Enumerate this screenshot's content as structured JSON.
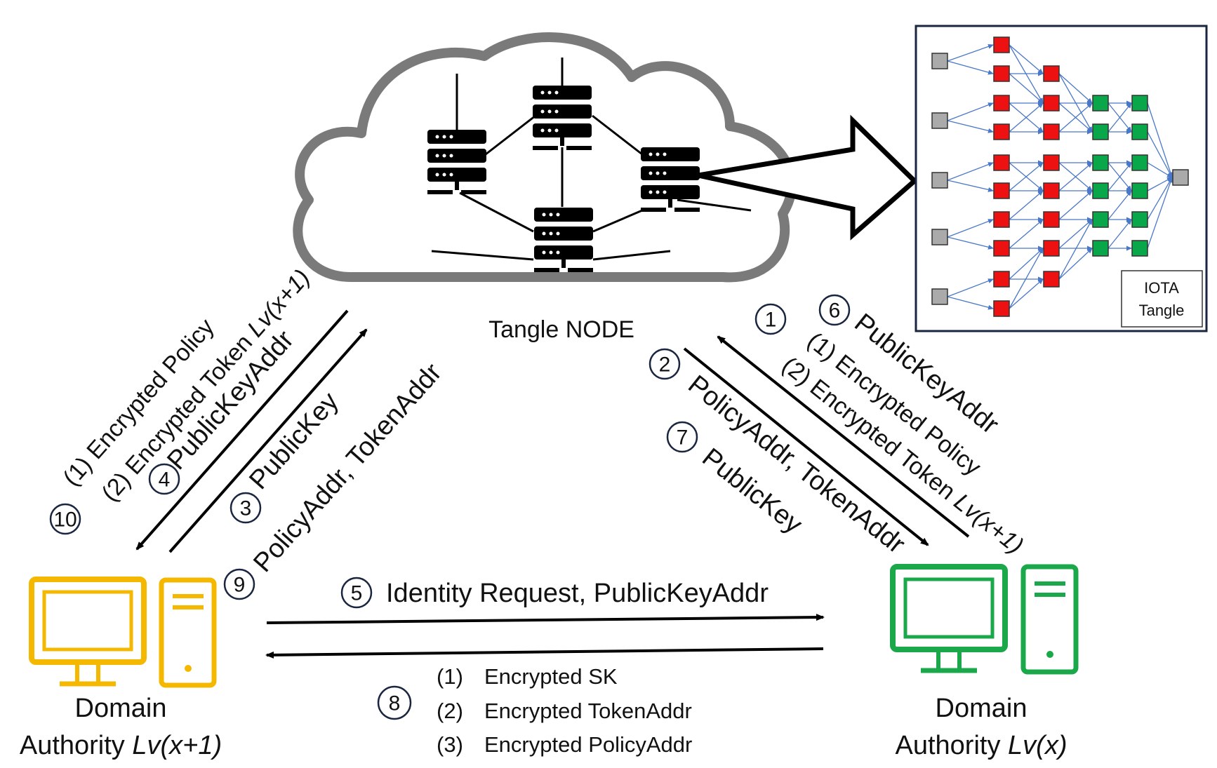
{
  "cloud_label": "Tangle NODE",
  "tangle_label_line1": "IOTA",
  "tangle_label_line2": "Tangle",
  "left_authority": {
    "line1": "Domain",
    "line2_prefix": "Authority ",
    "line2_italic": "Lv(x+1)",
    "color": "#f5b800"
  },
  "right_authority": {
    "line1": "Domain",
    "line2_prefix": "Authority ",
    "line2_italic": "Lv(x)",
    "color": "#1aa84a"
  },
  "left_arrow_labels": {
    "l1": "(1) Encrypted Policy",
    "l2_prefix": "(2) Encrypted Token ",
    "l2_italic": "Lv(x+1)",
    "l3": "PublicKeyAddr",
    "l4": "PublicKey",
    "l5": "PolicyAddr, TokenAddr"
  },
  "right_arrow_labels": {
    "r1": "PublicKeyAddr",
    "r2": "(1) Encrypted Policy",
    "r3_prefix": "(2) Encrypted Token ",
    "r3_italic": "Lv(x+1)",
    "r4": "PolicyAddr, TokenAddr",
    "r5": "PublicKey"
  },
  "bottom": {
    "request": "Identity Request, PublicKeyAddr",
    "resp1_num": "(1)",
    "resp1": "Encrypted SK",
    "resp2_num": "(2)",
    "resp2": "Encrypted TokenAddr",
    "resp3_num": "(3)",
    "resp3": "Encrypted PolicyAddr"
  },
  "badges": {
    "b1": "1",
    "b2": "2",
    "b3": "3",
    "b4": "4",
    "b5": "5",
    "b6": "6",
    "b7": "7",
    "b8": "8",
    "b9": "9",
    "b10": "10"
  }
}
